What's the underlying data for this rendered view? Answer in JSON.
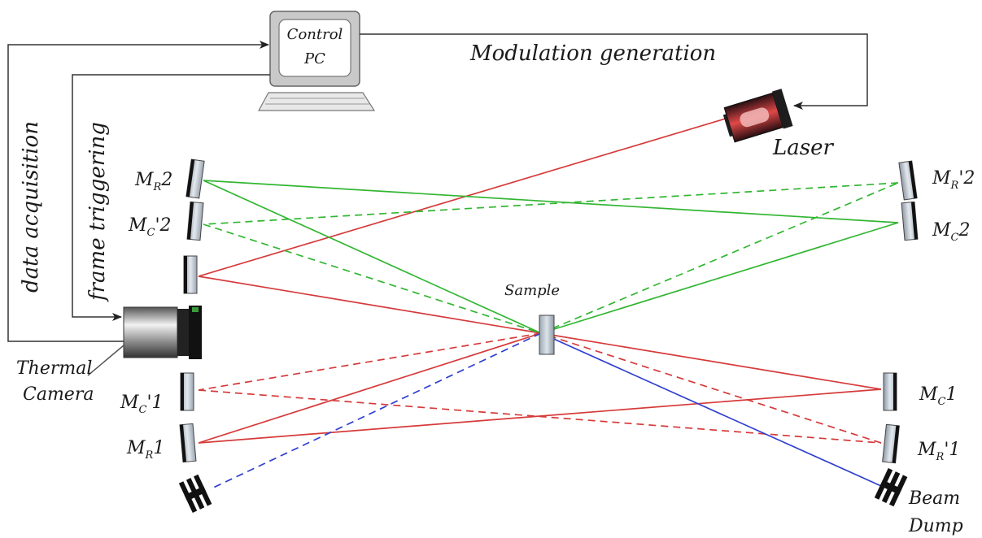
{
  "components": {
    "control_pc": {
      "line1": "Control",
      "line2": "PC"
    },
    "laser": {
      "label": "Laser"
    },
    "sample": {
      "label": "Sample"
    },
    "thermal_camera": {
      "line1": "Thermal",
      "line2": "Camera"
    },
    "beam_dump": {
      "line1": "Beam",
      "line2": "Dump"
    }
  },
  "signals": {
    "modulation": "Modulation generation",
    "data_acquisition": "data acquisition",
    "frame_triggering": "frame triggering"
  },
  "mirrors": {
    "mr2": {
      "main": "M",
      "sub": "R",
      "suffix": "2"
    },
    "mc_prime2": {
      "main": "M",
      "sub": "C",
      "suffix": "'2"
    },
    "mr_prime2": {
      "main": "M",
      "sub": "R",
      "suffix": "'2"
    },
    "mc2": {
      "main": "M",
      "sub": "C",
      "suffix": "2"
    },
    "mc_prime1": {
      "main": "M",
      "sub": "C",
      "suffix": "'1"
    },
    "mr1": {
      "main": "M",
      "sub": "R",
      "suffix": "1"
    },
    "mc1": {
      "main": "M",
      "sub": "C",
      "suffix": "1"
    },
    "mr_prime1": {
      "main": "M",
      "sub": "R",
      "suffix": "'1"
    }
  },
  "colors": {
    "red_beam": "#d63a3a",
    "green_beam": "#33b633",
    "blue_beam": "#2f3fcf"
  }
}
